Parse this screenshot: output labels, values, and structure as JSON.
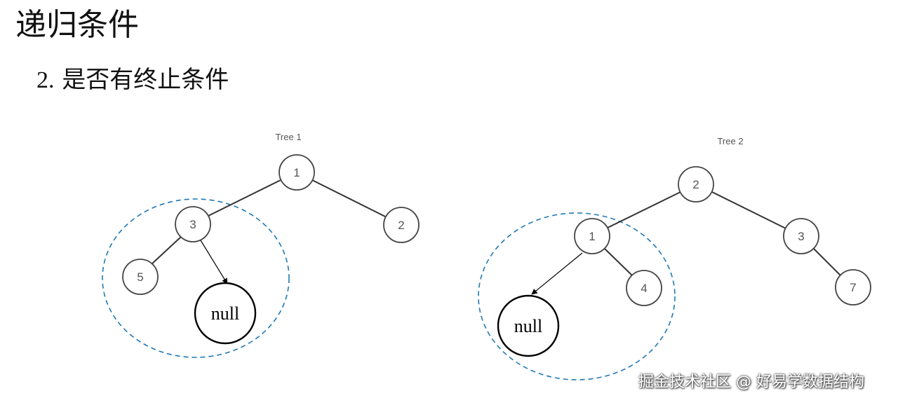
{
  "slide": {
    "title": "递归条件",
    "subtitle_number": "2.",
    "subtitle_text": "是否有终止条件"
  },
  "colors": {
    "node_stroke": "#444444",
    "null_stroke": "#000000",
    "edge": "#333333",
    "dashed_circle": "#1f78b4",
    "label": "#555555"
  },
  "trees": [
    {
      "title": "Tree 1",
      "nodes": [
        "1",
        "3",
        "2",
        "5"
      ],
      "null_label": "null"
    },
    {
      "title": "Tree 2",
      "nodes": [
        "2",
        "1",
        "3",
        "4",
        "7"
      ],
      "null_label": "null"
    }
  ],
  "watermark": "掘金技术社区 @ 好易学数据结构"
}
